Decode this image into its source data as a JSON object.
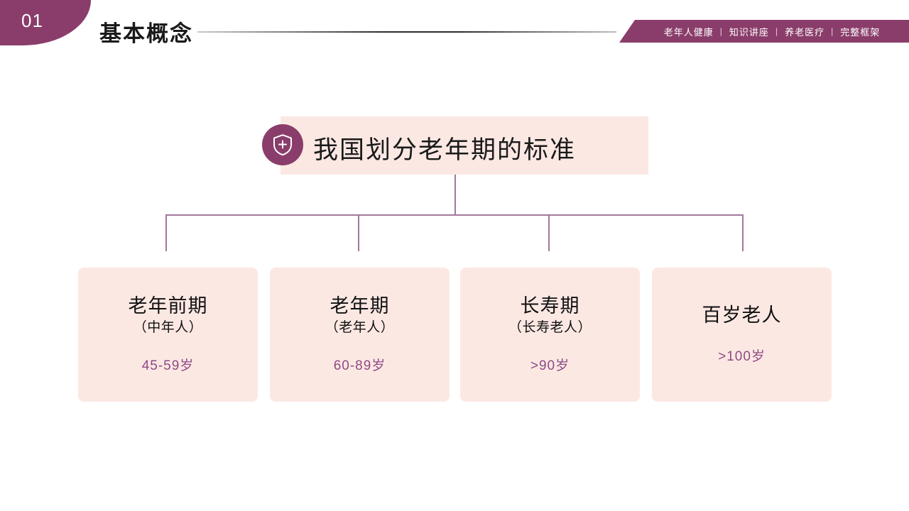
{
  "header": {
    "number": "01",
    "section_title": "基本概念",
    "rule": "horizontal-gradient-rule",
    "tags": [
      "老年人健康",
      "知识讲座",
      "养老医疗",
      "完整框架"
    ],
    "tag_separator": "|"
  },
  "main": {
    "icon": "shield-plus-icon",
    "title": "我国划分老年期的标准",
    "cards": [
      {
        "title": "老年前期",
        "subtitle": "（中年人）",
        "age": "45-59岁"
      },
      {
        "title": "老年期",
        "subtitle": "（老年人）",
        "age": "60-89岁"
      },
      {
        "title": "长寿期",
        "subtitle": "（长寿老人）",
        "age": ">90岁"
      },
      {
        "title": "百岁老人",
        "subtitle": "",
        "age": ">100岁"
      }
    ]
  },
  "colors": {
    "brand_purple": "#8A3D6A",
    "card_bg": "#FCE8E3",
    "connector": "#A3789C",
    "age_text": "#8E4A84",
    "background": "#FFFFFF"
  }
}
